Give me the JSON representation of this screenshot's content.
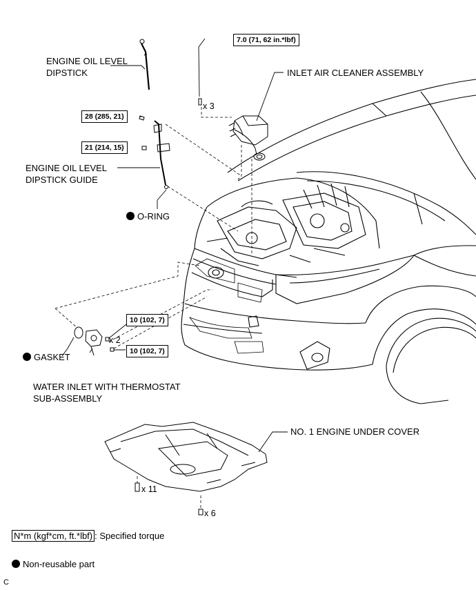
{
  "parts": {
    "dipstick": [
      "ENGINE OIL LEVEL",
      "DIPSTICK"
    ],
    "dipstick_guide": [
      "ENGINE OIL LEVEL",
      "DIPSTICK GUIDE"
    ],
    "o_ring": "O-RING",
    "inlet_air_cleaner": "INLET AIR CLEANER ASSEMBLY",
    "gasket": "GASKET",
    "water_inlet": [
      "WATER INLET WITH THERMOSTAT",
      "SUB-ASSEMBLY"
    ],
    "under_cover": "NO. 1 ENGINE UNDER COVER"
  },
  "torques": {
    "air_cleaner": "7.0 (71, 62 in.*lbf)",
    "guide_upper": "28 (285, 21)",
    "guide_lower": "21 (214, 15)",
    "water_inlet_upper": "10 (102, 7)",
    "water_inlet_lower": "10 (102, 7)"
  },
  "quantities": {
    "air_cleaner": "x 3",
    "water_inlet": "x 2",
    "under_cover_bolts": "x 11",
    "under_cover_clips": "x 6"
  },
  "legend": {
    "torque_units": "N*m (kgf*cm, ft.*lbf)",
    "torque_text": ": Specified torque",
    "non_reusable": "Non-reusable part"
  },
  "figure_code": "C"
}
